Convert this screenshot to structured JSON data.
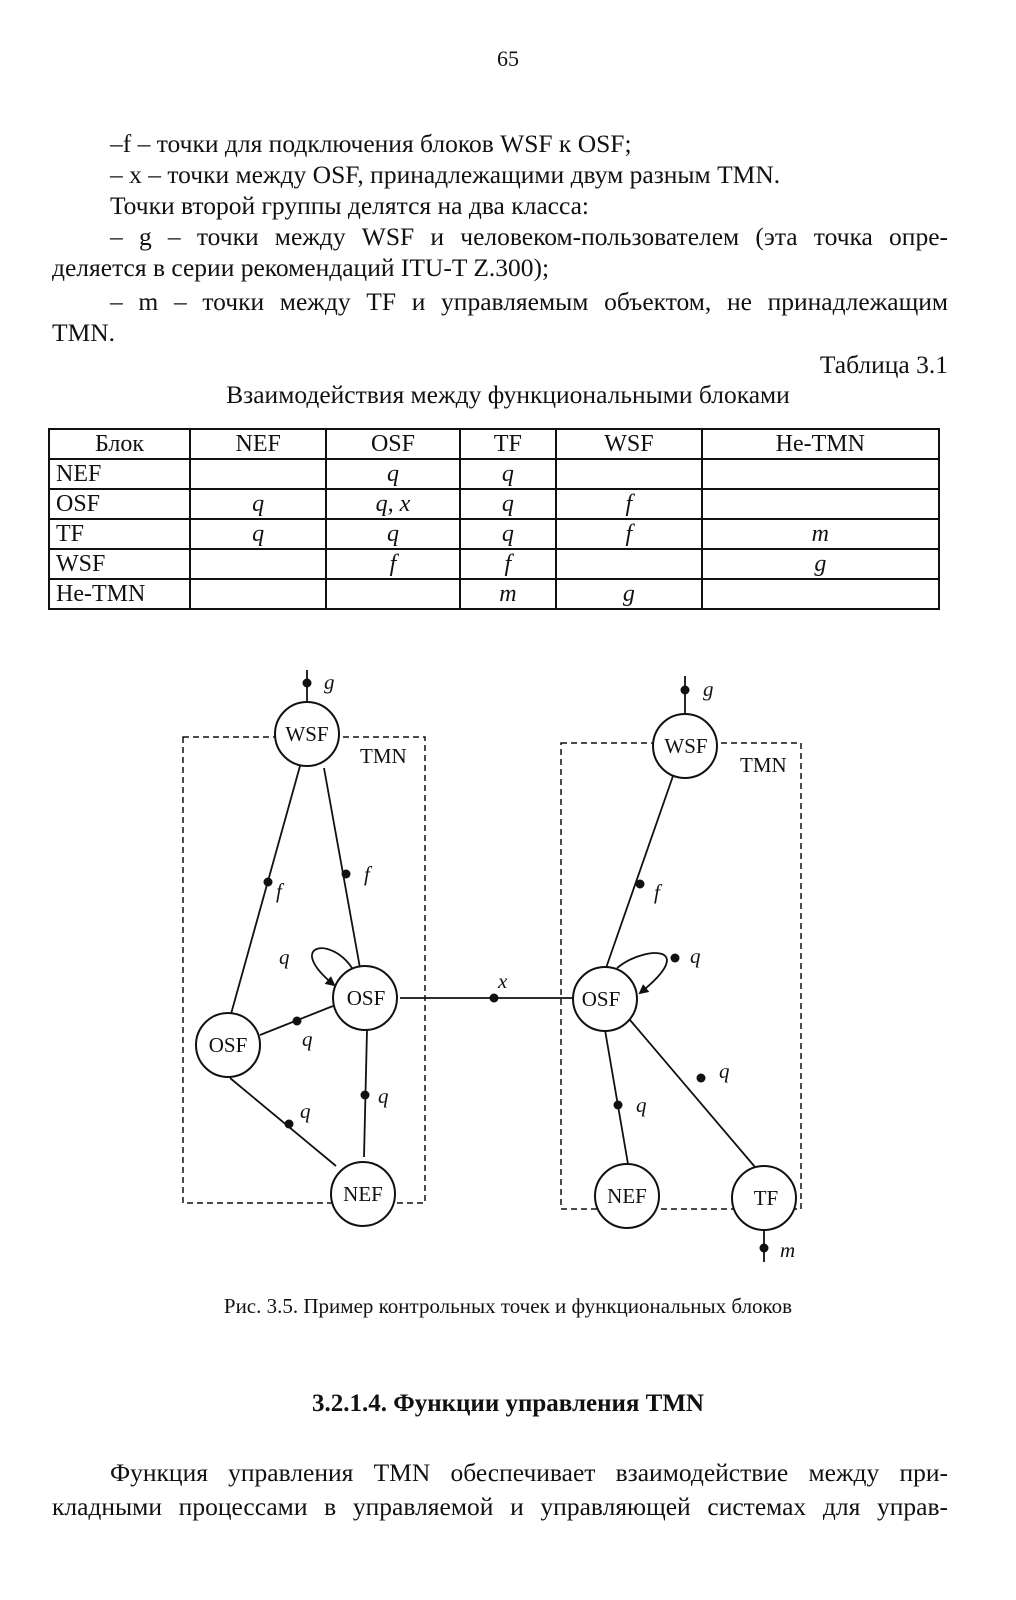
{
  "page_number": "65",
  "lines": {
    "f_point": "–f – точки для подключения блоков WSF к OSF;",
    "x_point": "– x – точки между OSF, принадлежащими двум разным TMN.",
    "second_group": "Точки второй группы делятся на два класса:",
    "g_point_a": "– g – точки между WSF и человеком-пользователем (эта точка опре-",
    "g_point_b": "деляется в серии рекомендаций ITU-T Z.300);",
    "m_point_a": "– m – точки между TF и управляемым объектом, не принадлежащим",
    "m_point_b": "TMN."
  },
  "table": {
    "number": "Таблица 3.1",
    "title": "Взаимодействия между функциональными блоками",
    "headers": [
      "Блок",
      "NEF",
      "OSF",
      "TF",
      "WSF",
      "Не-TMN"
    ],
    "rows": [
      [
        "NEF",
        "",
        "q",
        "q",
        "",
        ""
      ],
      [
        "OSF",
        "q",
        "q, x",
        "q",
        "f",
        ""
      ],
      [
        "TF",
        "q",
        "q",
        "q",
        "f",
        "m"
      ],
      [
        "WSF",
        "",
        "f",
        "f",
        "",
        "g"
      ],
      [
        "Не-TMN",
        "",
        "",
        "m",
        "g",
        ""
      ]
    ]
  },
  "figure": {
    "blocks": {
      "wsf_left": "WSF",
      "osf_left_top": "OSF",
      "osf_left_bottom": "OSF",
      "nef_left": "NEF",
      "wsf_right": "WSF",
      "osf_right": "OSF",
      "nef_right": "NEF",
      "tf_right": "TF"
    },
    "domain_labels": {
      "left": "TMN",
      "right": "TMN"
    },
    "point_labels": {
      "g": "g",
      "f": "f",
      "q": "q",
      "x": "x",
      "m": "m"
    },
    "caption": "Рис. 3.5. Пример контрольных точек и функциональных блоков"
  },
  "section": {
    "heading": "3.2.1.4. Функции управления TMN",
    "body_a": "Функция управления TMN обеспечивает взаимодействие между при-",
    "body_b": "кладными процессами в управляемой и управляющей системах для управ-"
  }
}
